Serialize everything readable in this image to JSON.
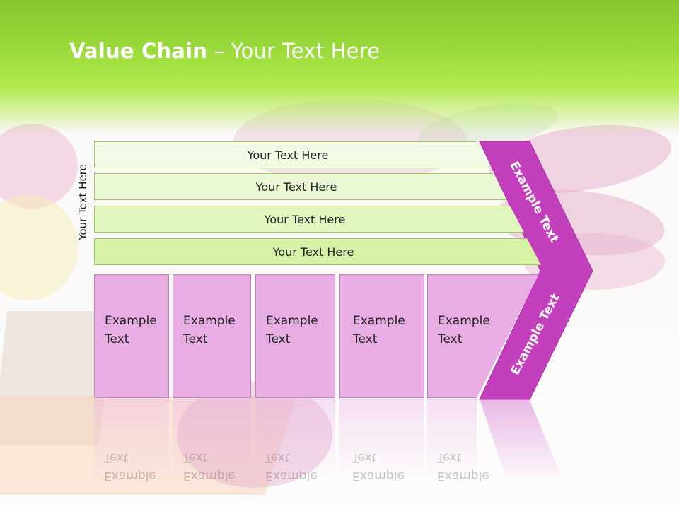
{
  "slide": {
    "title_bold": "Value Chain",
    "title_rest": " – Your Text Here",
    "side_label": "Your Text Here",
    "bars": [
      {
        "label": "Your Text Here"
      },
      {
        "label": "Your Text Here"
      },
      {
        "label": "Your Text Here"
      },
      {
        "label": "Your Text Here"
      }
    ],
    "boxes": [
      {
        "line1": "Example",
        "line2": "Text"
      },
      {
        "line1": "Example",
        "line2": "Text"
      },
      {
        "line1": "Example",
        "line2": "Text"
      },
      {
        "line1": "Example",
        "line2": "Text"
      },
      {
        "line1": "Example",
        "line2": "Text"
      }
    ],
    "arrow_top_label": "Example Text",
    "arrow_bottom_label": "Example Text"
  },
  "colors": {
    "header_green": "#9ad93a",
    "bar_fills": [
      "#f3fbe6",
      "#eaf8d3",
      "#e2f6c0",
      "#d7f2a7"
    ],
    "box_pink": "#e8ade3",
    "arrow_magenta": "#c43fbe"
  }
}
